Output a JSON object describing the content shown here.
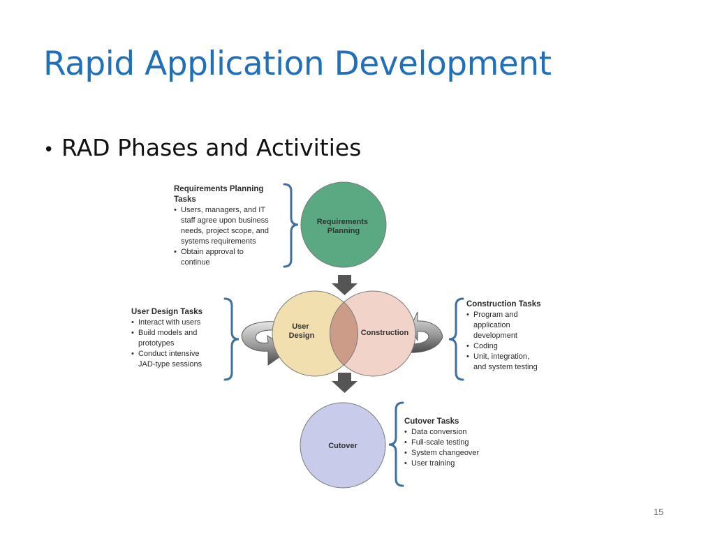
{
  "slide": {
    "title": "Rapid Application Development",
    "bullet": "RAD Phases and Activities",
    "page_number": "15"
  },
  "diagram": {
    "colors": {
      "requirements": "#5aa983",
      "user_design": "#f2dfb0",
      "construction": "#f2d3c9",
      "overlap": "#cc9c88",
      "cutover": "#c8cbea",
      "brace": "#3f6fa0",
      "arrow": "#555555"
    },
    "phases": {
      "requirements": [
        "Requirements",
        "Planning"
      ],
      "user_design": [
        "User",
        "Design"
      ],
      "construction": [
        "Construction"
      ],
      "cutover": [
        "Cutover"
      ]
    },
    "tasks": {
      "requirements": {
        "title_lines": [
          "Requirements Planning",
          "Tasks"
        ],
        "items": [
          [
            "Users, managers, and IT",
            "staff agree upon business",
            "needs, project scope, and",
            "systems requirements"
          ],
          [
            "Obtain approval to",
            "continue"
          ]
        ]
      },
      "user_design": {
        "title_lines": [
          "User Design Tasks"
        ],
        "items": [
          [
            "Interact with users"
          ],
          [
            "Build models and",
            "prototypes"
          ],
          [
            "Conduct intensive",
            "JAD-type sessions"
          ]
        ]
      },
      "construction": {
        "title_lines": [
          "Construction Tasks"
        ],
        "items": [
          [
            "Program and",
            "application",
            "development"
          ],
          [
            "Coding"
          ],
          [
            "Unit, integration,",
            "and system testing"
          ]
        ]
      },
      "cutover": {
        "title_lines": [
          "Cutover Tasks"
        ],
        "items": [
          [
            "Data conversion"
          ],
          [
            "Full-scale testing"
          ],
          [
            "System changeover"
          ],
          [
            "User training"
          ]
        ]
      }
    }
  }
}
